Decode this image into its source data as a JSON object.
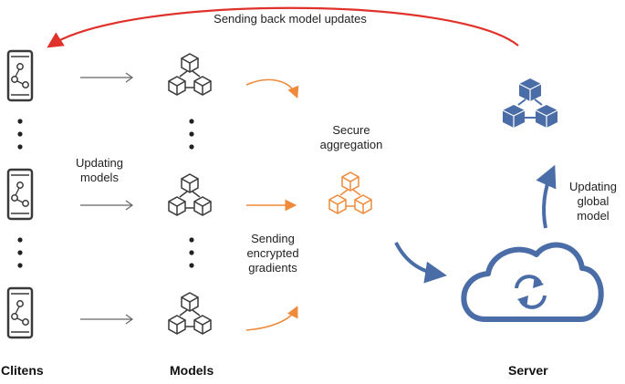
{
  "labels": {
    "top_arrow": "Sending back model updates",
    "updating_models": [
      "Updating",
      "models"
    ],
    "secure_aggregation": [
      "Secure",
      "aggregation"
    ],
    "sending_encrypted": [
      "Sending",
      "encrypted",
      "gradients"
    ],
    "updating_global": [
      "Updating",
      "global",
      "model"
    ]
  },
  "column_titles": {
    "clients": "Clitens",
    "models": "Models",
    "server": "Server"
  },
  "icons": {
    "client": "smartphone-network-icon",
    "model": "blocks-cluster-icon",
    "aggregation": "blocks-cluster-icon",
    "global_model": "blocks-cluster-icon",
    "server": "cloud-sync-icon"
  },
  "colors": {
    "red_arrow": "#e0312b",
    "orange": "#ee8a3a",
    "blue": "#4a6da7",
    "dark": "#3a3a3a",
    "gray_arrow": "#666666"
  }
}
